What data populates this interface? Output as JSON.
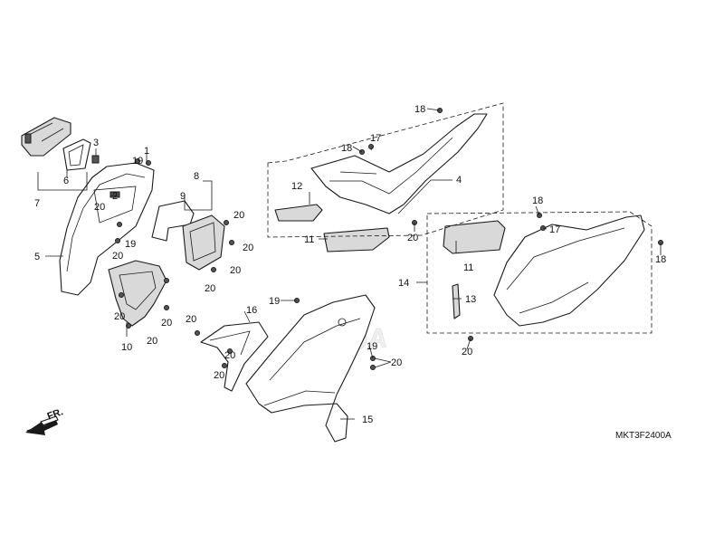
{
  "diagram_code": "MKT3F2400A",
  "front_label": "FR.",
  "watermark": "HONDA",
  "callouts": {
    "c1": "1",
    "c2": "2",
    "c3": "3",
    "c4": "4",
    "c5": "5",
    "c6": "6",
    "c7": "7",
    "c8": "8",
    "c9": "9",
    "c10": "10",
    "c11a": "11",
    "c11b": "11",
    "c12": "12",
    "c13": "13",
    "c14": "14",
    "c15": "15",
    "c16": "16",
    "c17a": "17",
    "c17b": "17",
    "c18a": "18",
    "c18b": "18",
    "c18c": "18",
    "c18d": "18",
    "c19a": "19",
    "c19b": "19",
    "c19c": "19",
    "c19d": "19",
    "c20a": "20",
    "c20b": "20",
    "c20c": "20",
    "c20d": "20",
    "c20e": "20",
    "c20f": "20",
    "c20g": "20",
    "c20h": "20",
    "c20i": "20",
    "c20j": "20",
    "c20k": "20",
    "c20l": "20",
    "c20m": "20",
    "c20n": "20"
  }
}
